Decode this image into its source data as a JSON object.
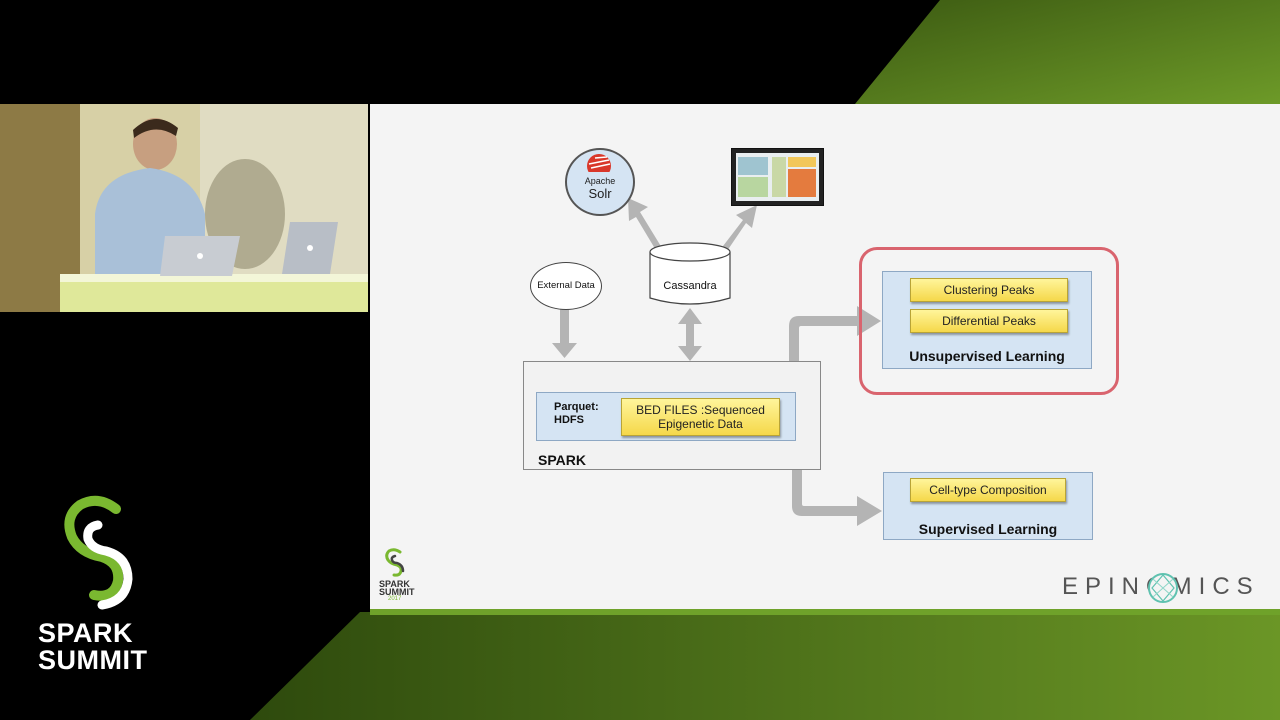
{
  "event": {
    "logo_line1": "SPARK",
    "logo_line2": "SUMMIT",
    "small_logo_line1": "SPARK",
    "small_logo_line2": "SUMMIT",
    "small_logo_year": "2017"
  },
  "diagram": {
    "solr_line1": "Apache",
    "solr_line2": "Solr",
    "external_data": "External Data",
    "cassandra": "Cassandra",
    "parquet_line1": "Parquet:",
    "parquet_line2": "HDFS",
    "bed_files_line1": "BED FILES :Sequenced",
    "bed_files_line2": "Epigenetic Data",
    "spark": "SPARK",
    "clustering_peaks": "Clustering Peaks",
    "differential_peaks": "Differential Peaks",
    "unsupervised_learning": "Unsupervised Learning",
    "cell_type_composition": "Cell-type Composition",
    "supervised_learning": "Supervised Learning"
  },
  "brand": {
    "epinomics": "EPINOMICS"
  },
  "colors": {
    "spark_green": "#7ab830",
    "highlight_red": "#d9646e",
    "panel_blue": "#d5e4f3",
    "arrow_gray": "#b4b4b4"
  }
}
